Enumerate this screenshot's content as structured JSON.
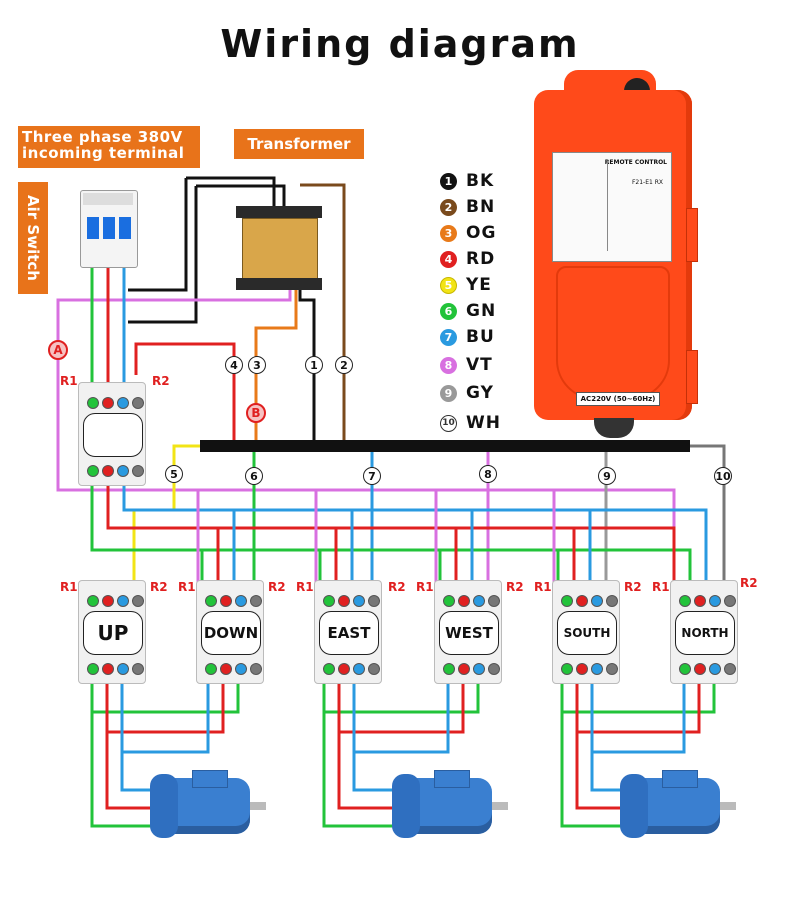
{
  "title": "Wiring diagram",
  "labels": {
    "incoming_line1": "Three phase 380V",
    "incoming_line2": "incoming terminal",
    "transformer": "Transformer",
    "air_switch": "Air Switch"
  },
  "legend": [
    {
      "num": "1",
      "code": "BK",
      "color": "#111111"
    },
    {
      "num": "2",
      "code": "BN",
      "color": "#7a4a1c"
    },
    {
      "num": "3",
      "code": "OG",
      "color": "#e87a1a"
    },
    {
      "num": "4",
      "code": "RD",
      "color": "#e02020"
    },
    {
      "num": "5",
      "code": "YE",
      "color": "#f2e415"
    },
    {
      "num": "6",
      "code": "GN",
      "color": "#22c33a"
    },
    {
      "num": "7",
      "code": "BU",
      "color": "#2a9ae0"
    },
    {
      "num": "8",
      "code": "VT",
      "color": "#d870e0"
    },
    {
      "num": "9",
      "code": "GY",
      "color": "#999999"
    },
    {
      "num": "10",
      "code": "WH",
      "color": "#ffffff"
    }
  ],
  "wire_numbers": [
    "1",
    "2",
    "3",
    "4",
    "5",
    "6",
    "7",
    "8",
    "9",
    "10"
  ],
  "markers": {
    "a": "A",
    "b": "B"
  },
  "r_labels": {
    "r1": "R1",
    "r2": "R2"
  },
  "contactors": [
    {
      "id": "main",
      "label": ""
    },
    {
      "id": "up",
      "label": "UP"
    },
    {
      "id": "down",
      "label": "DOWN"
    },
    {
      "id": "east",
      "label": "EAST"
    },
    {
      "id": "west",
      "label": "WEST"
    },
    {
      "id": "south",
      "label": "SOUTH"
    },
    {
      "id": "north",
      "label": "NORTH"
    }
  ],
  "remote": {
    "voltage": "AC220V (50~60Hz)",
    "panel_title": "REMOTE CONTROL",
    "model": "F21-E1 RX"
  },
  "colors": {
    "accent": "#e8731a",
    "remote_body": "#ff4a1a",
    "motor": "#3a7fd0",
    "black": "#111111",
    "red": "#e02020",
    "green": "#22c33a",
    "blue": "#2a9ae0",
    "violet": "#d870e0",
    "orange": "#e87a1a",
    "brown": "#7a4a1c",
    "yellow": "#f2e415",
    "gray": "#999999"
  }
}
